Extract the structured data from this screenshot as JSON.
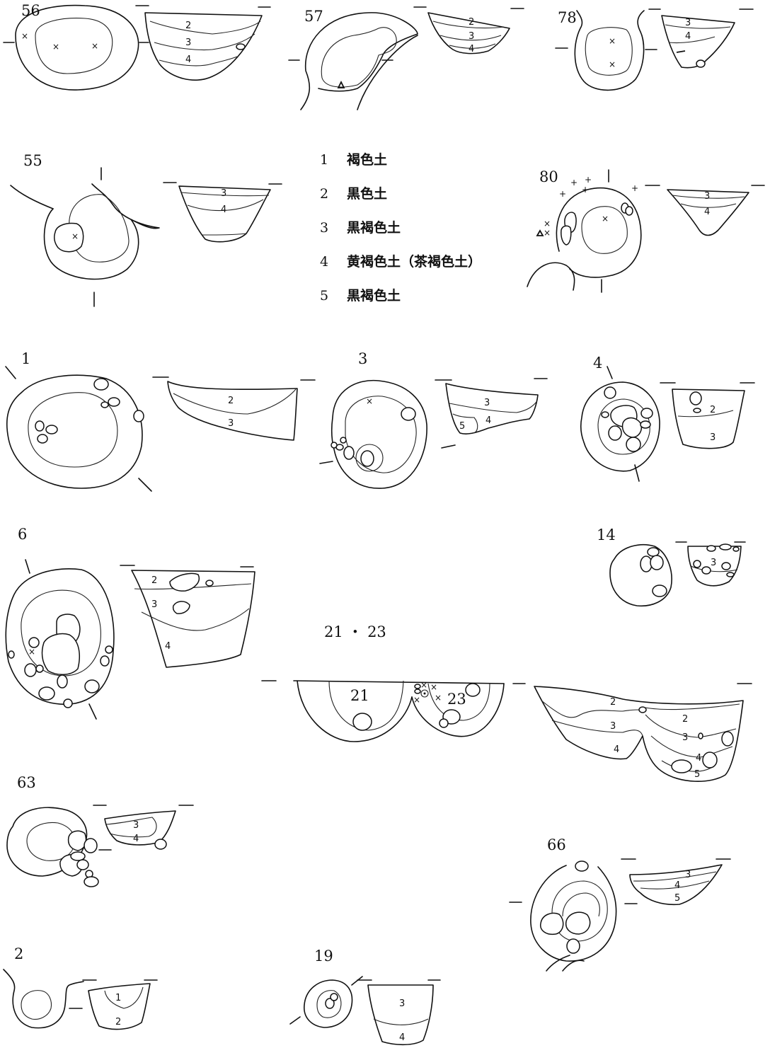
{
  "figures": [
    {
      "id": "56",
      "layers": [
        "2",
        "3",
        "4"
      ]
    },
    {
      "id": "57",
      "layers": [
        "2",
        "3",
        "4"
      ]
    },
    {
      "id": "78",
      "layers": [
        "3",
        "4"
      ]
    },
    {
      "id": "55",
      "layers": [
        "3",
        "4"
      ]
    },
    {
      "id": "80",
      "layers": [
        "3",
        "4"
      ]
    },
    {
      "id": "1",
      "layers": [
        "2",
        "3"
      ]
    },
    {
      "id": "3",
      "layers": [
        "3",
        "4",
        "5"
      ]
    },
    {
      "id": "4",
      "layers": [
        "2",
        "3"
      ]
    },
    {
      "id": "6",
      "layers": [
        "2",
        "3",
        "4"
      ]
    },
    {
      "id": "14",
      "layers": [
        "3"
      ]
    },
    {
      "id": "21・23",
      "title": "21 ・ 23",
      "sub": [
        "21",
        "23"
      ],
      "layers": [
        "2",
        "3",
        "4",
        "2",
        "3",
        "4",
        "5"
      ]
    },
    {
      "id": "63",
      "layers": [
        "3",
        "4"
      ]
    },
    {
      "id": "66",
      "layers": [
        "3",
        "4",
        "5"
      ]
    },
    {
      "id": "2",
      "layers": [
        "1",
        "2"
      ]
    },
    {
      "id": "19",
      "layers": [
        "3",
        "4"
      ]
    }
  ],
  "legend": [
    {
      "num": "1",
      "label": "褐色土"
    },
    {
      "num": "2",
      "label": "黒色土"
    },
    {
      "num": "3",
      "label": "黒褐色土"
    },
    {
      "num": "4",
      "label": "黄褐色土（茶褐色土）"
    },
    {
      "num": "5",
      "label": "黒褐色土"
    }
  ],
  "marks": {
    "cross": "×",
    "triangle": "▵",
    "plus": "+"
  }
}
